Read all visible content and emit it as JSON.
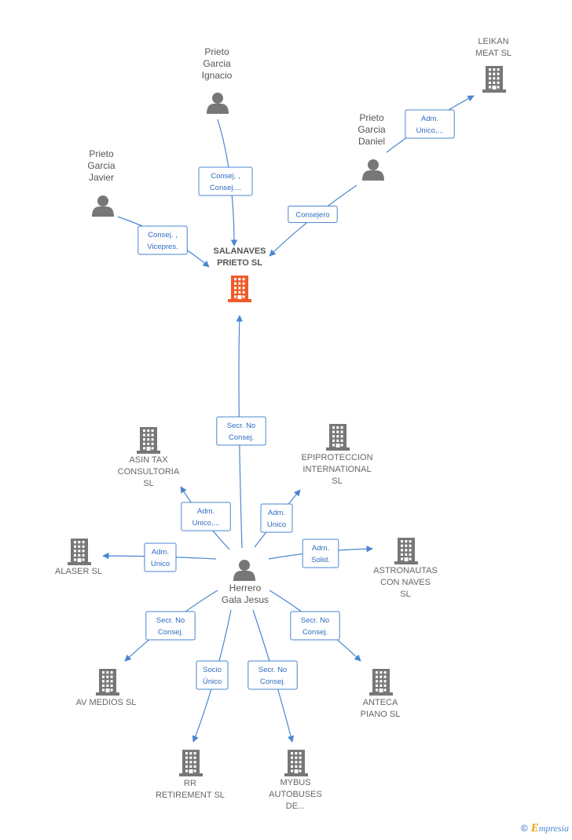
{
  "nodes": [
    {
      "id": "salanaves",
      "type": "company-main",
      "label": [
        "SALANAVES",
        "PRIETO  SL"
      ]
    },
    {
      "id": "leikan",
      "type": "company",
      "label": [
        "LEIKAN",
        "MEAT  SL"
      ]
    },
    {
      "id": "prieto-ignacio",
      "type": "person",
      "label": [
        "Prieto",
        "Garcia",
        "Ignacio"
      ]
    },
    {
      "id": "prieto-daniel",
      "type": "person",
      "label": [
        "Prieto",
        "Garcia",
        "Daniel"
      ]
    },
    {
      "id": "prieto-javier",
      "type": "person",
      "label": [
        "Prieto",
        "Garcia",
        "Javier"
      ]
    },
    {
      "id": "herrero",
      "type": "person",
      "label": [
        "Herrero",
        "Gala Jesus"
      ]
    },
    {
      "id": "asin",
      "type": "company",
      "label": [
        "ASIN TAX",
        "CONSULTORIA",
        "SL"
      ]
    },
    {
      "id": "epiproteccion",
      "type": "company",
      "label": [
        "EPIPROTECCION",
        "INTERNATIONAL",
        "SL"
      ]
    },
    {
      "id": "alaser",
      "type": "company",
      "label": [
        "ALASER SL"
      ]
    },
    {
      "id": "astronautas",
      "type": "company",
      "label": [
        "ASTRONAUTAS",
        "CON NAVES",
        "SL"
      ]
    },
    {
      "id": "avmedios",
      "type": "company",
      "label": [
        "AV MEDIOS SL"
      ]
    },
    {
      "id": "anteca",
      "type": "company",
      "label": [
        "ANTECA",
        "PIANO  SL"
      ]
    },
    {
      "id": "rr",
      "type": "company",
      "label": [
        "RR",
        "RETIREMENT SL"
      ]
    },
    {
      "id": "mybus",
      "type": "company",
      "label": [
        "MYBUS",
        "AUTOBUSES",
        "DE..."
      ]
    }
  ],
  "edges": [
    {
      "from": "prieto-ignacio",
      "to": "salanaves",
      "label": [
        "Consej. ,",
        "Consej...."
      ]
    },
    {
      "from": "prieto-javier",
      "to": "salanaves",
      "label": [
        "Consej. ,",
        "Vicepres."
      ]
    },
    {
      "from": "prieto-daniel",
      "to": "salanaves",
      "label": [
        "Consejero"
      ]
    },
    {
      "from": "prieto-daniel",
      "to": "leikan",
      "label": [
        "Adm.",
        "Unico,..."
      ]
    },
    {
      "from": "herrero",
      "to": "salanaves",
      "label": [
        "Secr.  No",
        "Consej."
      ]
    },
    {
      "from": "herrero",
      "to": "asin",
      "label": [
        "Adm.",
        "Unico,..."
      ]
    },
    {
      "from": "herrero",
      "to": "epiproteccion",
      "label": [
        "Adm.",
        "Unico"
      ]
    },
    {
      "from": "herrero",
      "to": "alaser",
      "label": [
        "Adm.",
        "Unico"
      ]
    },
    {
      "from": "herrero",
      "to": "astronautas",
      "label": [
        "Adm.",
        "Solid."
      ]
    },
    {
      "from": "herrero",
      "to": "avmedios",
      "label": [
        "Secr.  No",
        "Consej."
      ]
    },
    {
      "from": "herrero",
      "to": "anteca",
      "label": [
        "Secr.  No",
        "Consej."
      ]
    },
    {
      "from": "herrero",
      "to": "rr",
      "label": [
        "Socio",
        "Único"
      ]
    },
    {
      "from": "herrero",
      "to": "mybus",
      "label": [
        "Secr.  No",
        "Consej."
      ]
    }
  ],
  "colors": {
    "edge": "#4a86d0",
    "icon": "#777777",
    "main_icon": "#f05a28"
  },
  "brand": {
    "copyright": "©",
    "first_letter": "E",
    "rest": "mpresia"
  }
}
